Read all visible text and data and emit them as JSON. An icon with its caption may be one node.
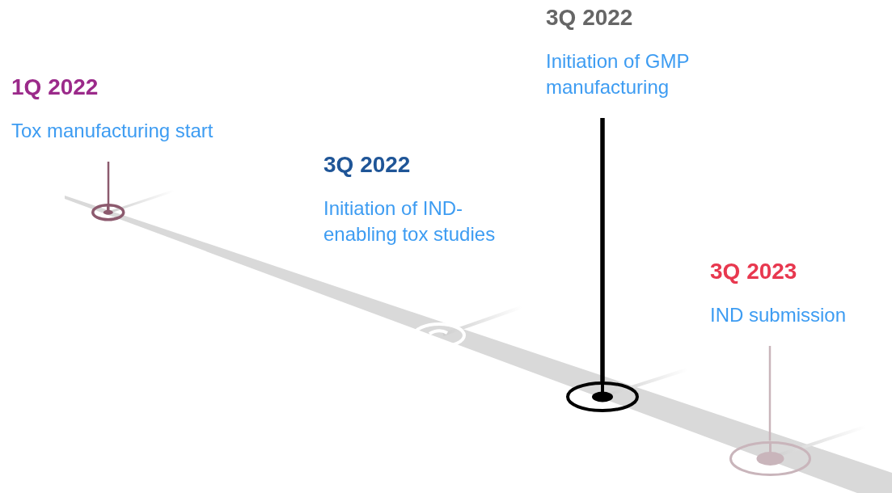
{
  "diagram": {
    "nodes": [
      {
        "text": [
          "1Q 2022",
          "Tox manufacturing start"
        ]
      },
      {
        "text": [],
        "shape": "circle"
      },
      {
        "text": [
          "3Q 2022",
          "Initiation of IND-enabling tox studies"
        ]
      },
      {
        "text": [],
        "shape": "circle"
      },
      {
        "text": [
          "3Q 2022",
          "Initiation of GMP manufacturing"
        ]
      },
      {
        "text": [],
        "shape": "circle"
      },
      {
        "text": [
          "3Q 2023",
          "IND submission"
        ]
      },
      {
        "text": [],
        "shape": "circle"
      }
    ],
    "edges": [
      {
        "from": 0,
        "to": 1,
        "arrow": "none",
        "color": "#8c5a6e"
      },
      {
        "from": 4,
        "to": 5,
        "arrow": "none",
        "style": "thick",
        "color": "#000000"
      },
      {
        "from": 6,
        "to": 7,
        "arrow": "none",
        "color": "#c9b5bb"
      }
    ]
  }
}
